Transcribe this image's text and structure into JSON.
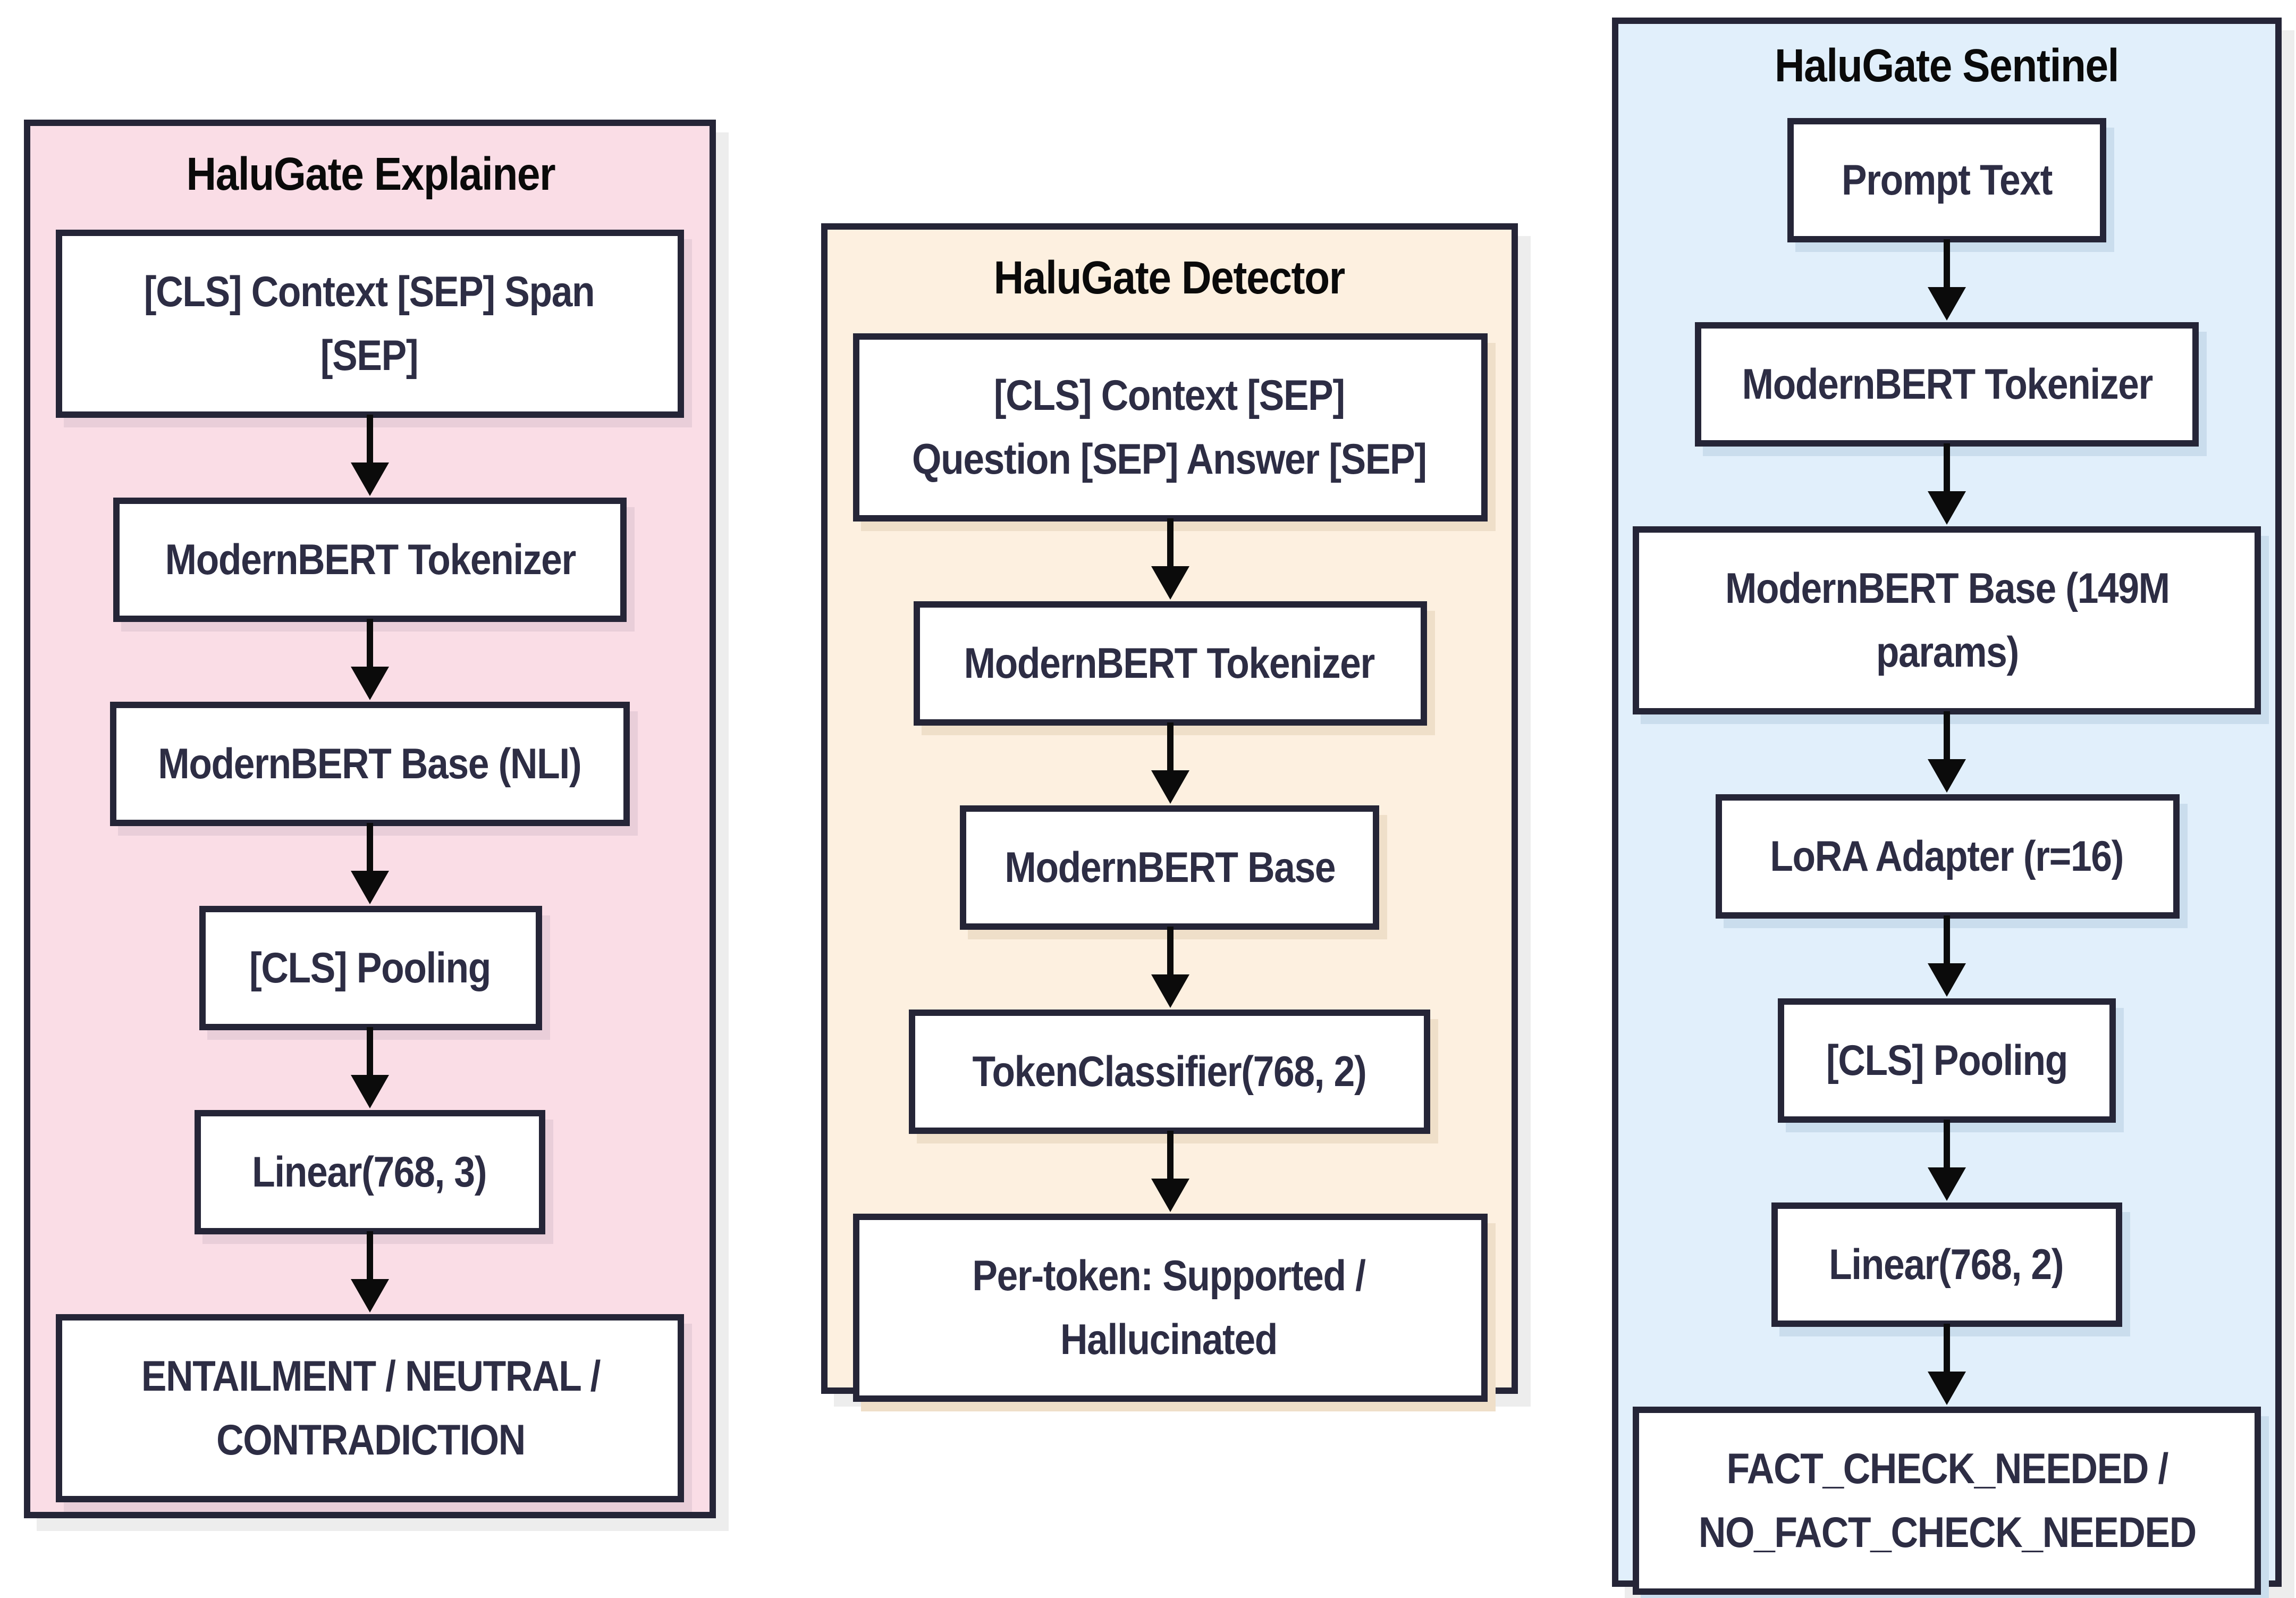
{
  "panels": [
    {
      "title": "HaluGate Explainer",
      "bg": "#fadde6",
      "node_shadow": "#e9ced9",
      "boxes": [
        "[CLS] Context [SEP] Span\n[SEP]",
        "ModernBERT Tokenizer",
        "ModernBERT Base (NLI)",
        "[CLS] Pooling",
        "Linear(768, 3)",
        "ENTAILMENT / NEUTRAL /\nCONTRADICTION"
      ]
    },
    {
      "title": "HaluGate Detector",
      "bg": "#fdf0e0",
      "node_shadow": "#efdfc9",
      "boxes": [
        "[CLS] Context [SEP]\nQuestion [SEP] Answer [SEP]",
        "ModernBERT Tokenizer",
        "ModernBERT Base",
        "TokenClassifier(768, 2)",
        "Per-token: Supported /\nHallucinated"
      ]
    },
    {
      "title": "HaluGate Sentinel",
      "bg": "#e1effb",
      "node_shadow": "#cadded",
      "boxes": [
        "Prompt Text",
        "ModernBERT Tokenizer",
        "ModernBERT Base (149M\nparams)",
        "LoRA Adapter (r=16)",
        "[CLS] Pooling",
        "Linear(768, 2)",
        "FACT_CHECK_NEEDED /\nNO_FACT_CHECK_NEEDED"
      ]
    }
  ],
  "colors": {
    "border": "#252537",
    "node_text": "#2d2d44",
    "title_text": "#0a0a0a",
    "arrow": "#0b0b0b",
    "node_bg": "#ffffff",
    "panel_shadow": "#ededed",
    "page_bg": "#ffffff"
  }
}
